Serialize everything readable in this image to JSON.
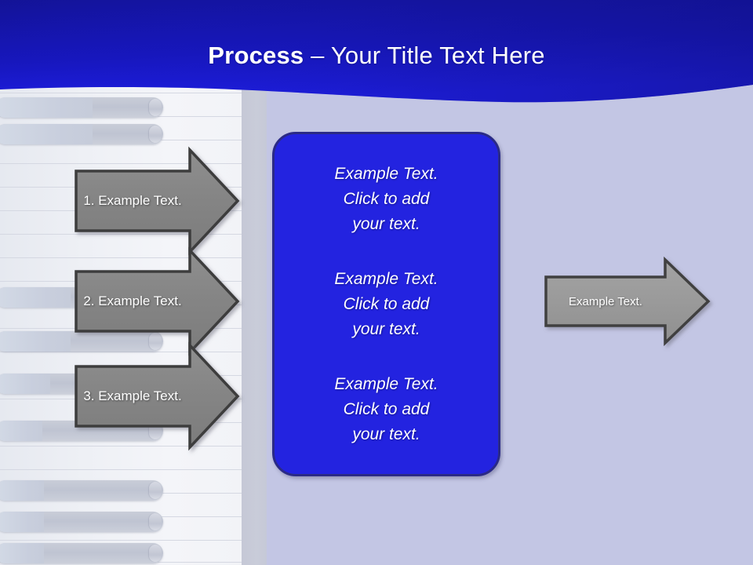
{
  "slide": {
    "title": {
      "strong": "Process",
      "separator": " – ",
      "light": "Your Title Text Here"
    },
    "background_color": "#c3c6e4",
    "header_color_top": "#1414a8",
    "header_color_bottom": "#1a1ae0"
  },
  "steps": [
    {
      "label": "1. Example Text.",
      "name": "step-arrow-1"
    },
    {
      "label": "2. Example Text.",
      "name": "step-arrow-2"
    },
    {
      "label": "3. Example Text.",
      "name": "step-arrow-3"
    }
  ],
  "center_box": {
    "fill_color": "#2323e0",
    "border_color": "#2a2a86",
    "paragraphs": [
      {
        "line1": "Example Text.",
        "line2": "Click  to add",
        "line3": "your text."
      },
      {
        "line1": "Example Text.",
        "line2": "Click  to add",
        "line3": "your text."
      },
      {
        "line1": "Example Text.",
        "line2": "Click  to add",
        "line3": "your text."
      }
    ]
  },
  "output_arrow": {
    "label": "Example Text.",
    "fill_color": "#9a9a9a",
    "border_color": "#3f3f3f"
  },
  "decor": {
    "panel_name": "left-decorative-panel",
    "stripe_count": 26,
    "slider_count": 9
  }
}
